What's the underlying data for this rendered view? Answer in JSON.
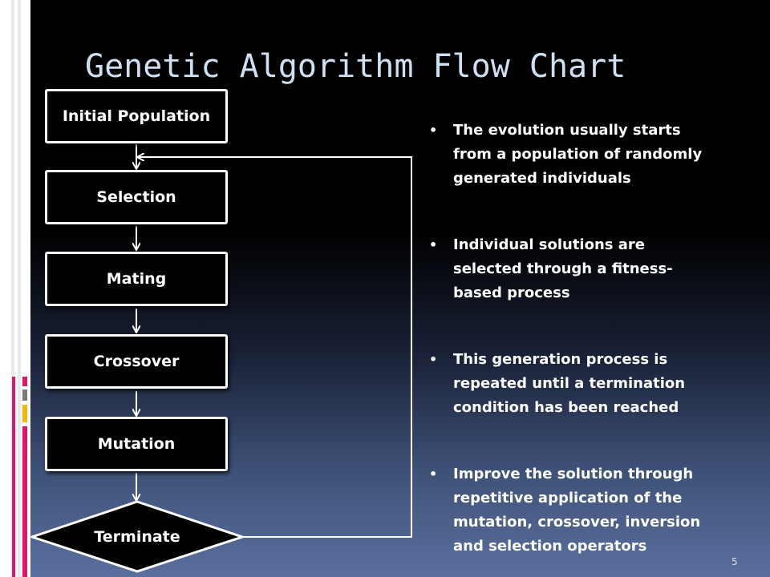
{
  "slide": {
    "title": "Genetic Algorithm Flow Chart",
    "page_number": "5"
  },
  "flowchart": {
    "steps": [
      {
        "label": "Initial Population"
      },
      {
        "label": "Selection"
      },
      {
        "label": "Mating"
      },
      {
        "label": "Crossover"
      },
      {
        "label": "Mutation"
      }
    ],
    "decision": {
      "label": "Terminate"
    }
  },
  "bullets": [
    {
      "text": "The evolution usually starts from a population of randomly generated individuals"
    },
    {
      "text": "Individual solutions are selected through a fitness-based process"
    },
    {
      "text": "This generation process is repeated until a termination condition has been reached"
    },
    {
      "text": "Improve the solution through repetitive application of the mutation, crossover, inversion and selection operators"
    }
  ],
  "colors": {
    "title": "#cfe0f5",
    "box_fill": "#000000",
    "box_border": "#ffffff",
    "accent_yellow": "#f2b705",
    "accent_pink": "#d6196e",
    "accent_gray": "#7a7a7a"
  }
}
